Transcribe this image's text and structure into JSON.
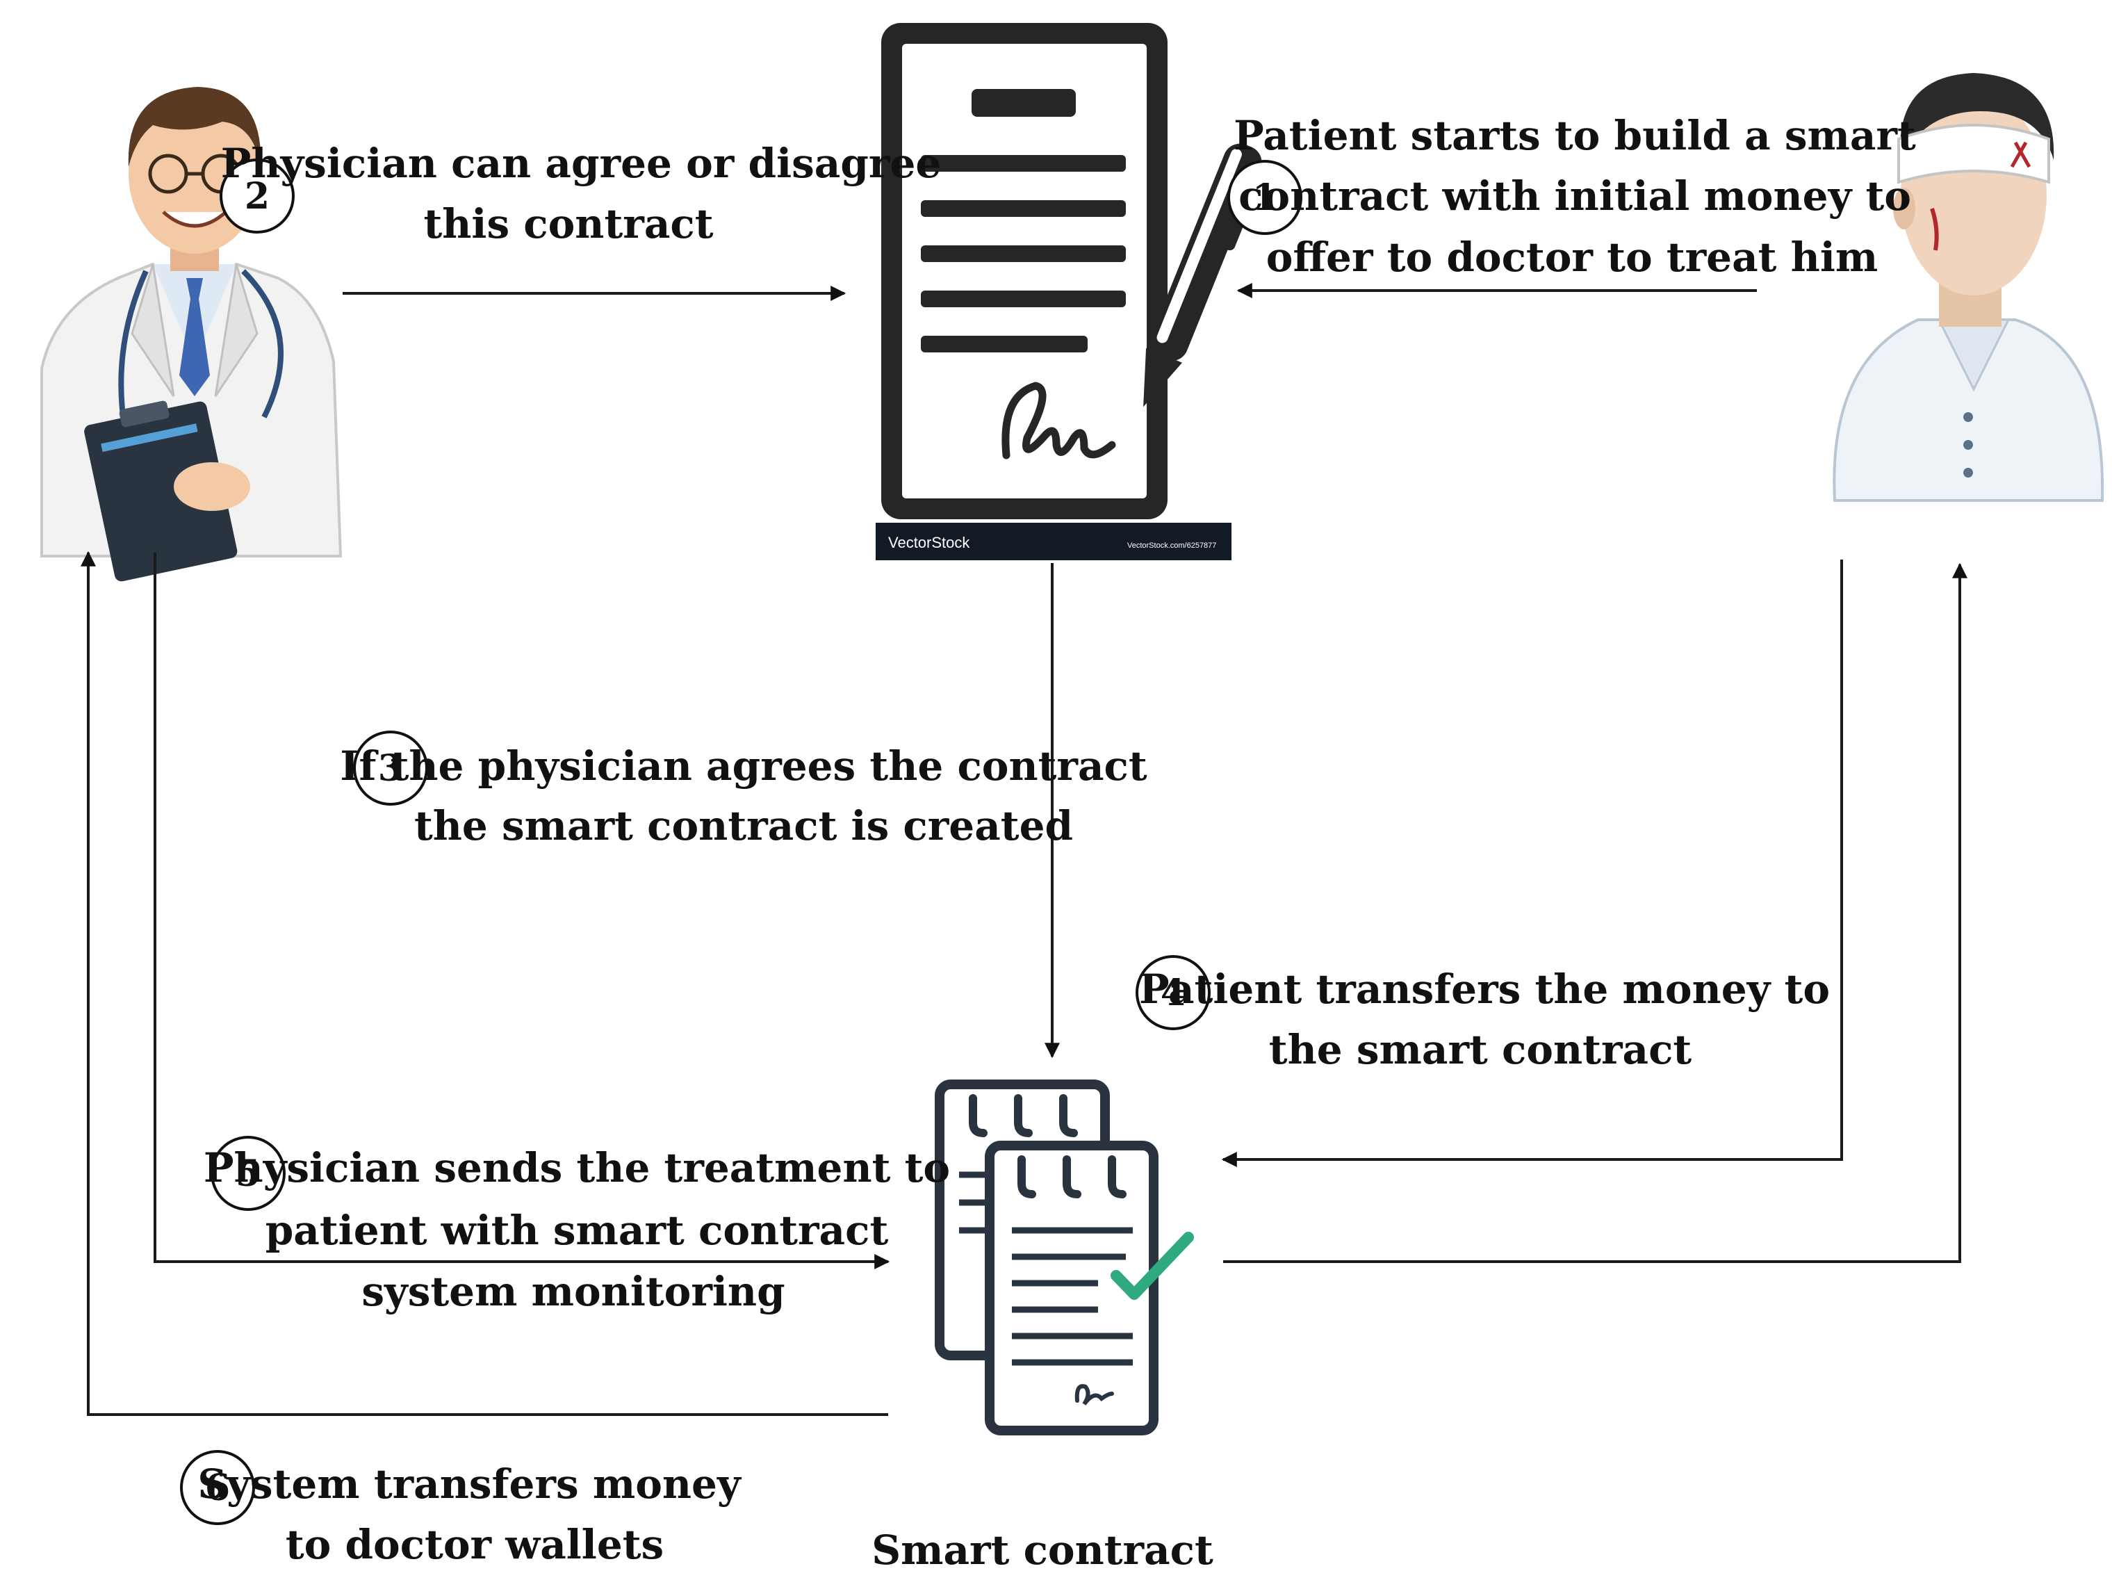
{
  "colors": {
    "ink": "#111111",
    "doc_dark": "#262626",
    "check_green": "#2eaa7e",
    "pad_dark": "#2a3440",
    "coat": "#f2f2f2",
    "skin": "#f3c9a6",
    "hair_doctor": "#5a3a22",
    "hair_patient": "#2b2b2b",
    "bandage": "#ffffff",
    "wound": "#b3262b"
  },
  "icons": {
    "doctor": "doctor-icon",
    "contract": "contract-document-icon",
    "patient": "patient-icon",
    "smart_contract": "smart-contract-checklist-icon"
  },
  "watermark": {
    "brand": "VectorStock",
    "url": "VectorStock.com/6257877"
  },
  "steps": [
    {
      "number": "1",
      "lines": [
        "Patient starts to build a smart",
        "contract with initial money to",
        "offer to doctor to treat him"
      ]
    },
    {
      "number": "2",
      "lines": [
        "Physician can agree or disagree",
        "this contract"
      ]
    },
    {
      "number": "3",
      "lines": [
        "If the physician agrees the contract",
        "the smart contract is created"
      ]
    },
    {
      "number": "4",
      "lines": [
        "Patient transfers the money to",
        "the smart contract"
      ]
    },
    {
      "number": "5",
      "lines": [
        "Physician sends the treatment to",
        "patient with smart contract",
        "system monitoring"
      ]
    },
    {
      "number": "6",
      "lines": [
        "System transfers money",
        "to doctor wallets"
      ]
    }
  ],
  "smart_contract_label": "Smart contract"
}
